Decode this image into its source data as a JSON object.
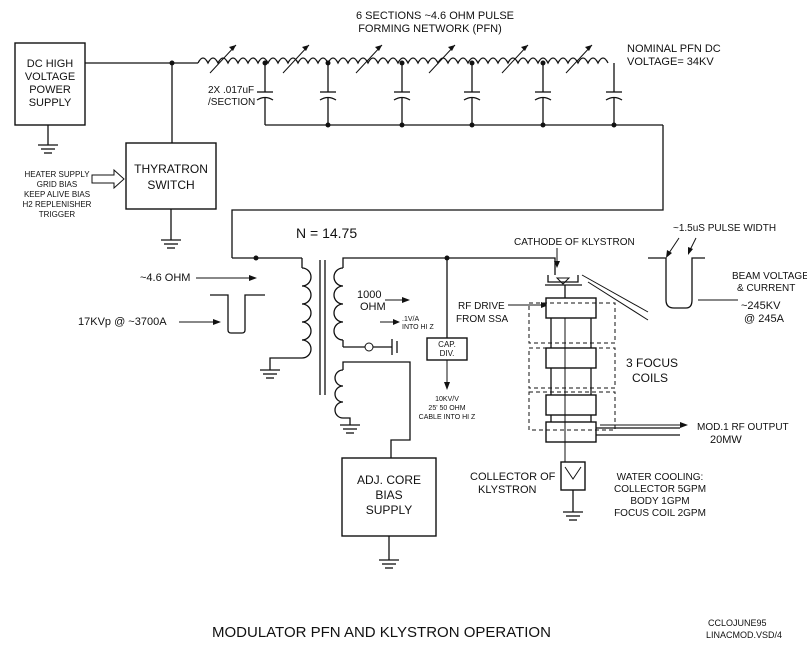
{
  "labels": {
    "pfn_title_1": "6 SECTIONS ~4.6 OHM PULSE",
    "pfn_title_2": "FORMING NETWORK (PFN)",
    "nominal_1": "NOMINAL PFN DC",
    "nominal_2": "VOLTAGE= 34KV",
    "cap_1": "2X .017uF",
    "cap_2": "/SECTION",
    "dc_1": "DC HIGH",
    "dc_2": "VOLTAGE",
    "dc_3": "POWER",
    "dc_4": "SUPPLY",
    "thy_1": "THYRATRON",
    "thy_2": "SWITCH",
    "heater_1": "HEATER SUPPLY",
    "heater_2": "GRID BIAS",
    "heater_3": "KEEP ALIVE BIAS",
    "heater_4": "H2 REPLENISHER",
    "heater_5": "TRIGGER",
    "turns": "N = 14.75",
    "ohm46": "~4.6 OHM",
    "kvp": "17KVp @ ~3700A",
    "r1000_1": "1000",
    "r1000_2": "OHM",
    "hiz_1": ".1V/A",
    "hiz_2": "INTO HI Z",
    "capdiv_1": "CAP.",
    "capdiv_2": "DIV.",
    "cable_1": "10KV/V",
    "cable_2": "25' 50 OHM",
    "cable_3": "CABLE INTO HI Z",
    "rfdrive_1": "RF DRIVE",
    "rfdrive_2": "FROM SSA",
    "cathode": "CATHODE OF KLYSTRON",
    "pulse_width": "~1.5uS PULSE WIDTH",
    "beam_1": "BEAM VOLTAGE",
    "beam_2": "& CURRENT",
    "beam_3": "~245KV",
    "beam_4": "@ 245A",
    "focus_1": "3 FOCUS",
    "focus_2": "COILS",
    "rfout_1": "MOD.1 RF OUTPUT",
    "rfout_2": "20MW",
    "collector_1": "COLLECTOR OF",
    "collector_2": "KLYSTRON",
    "water_1": "WATER COOLING:",
    "water_2": "COLLECTOR 5GPM",
    "water_3": "BODY 1GPM",
    "water_4": "FOCUS COIL 2GPM",
    "adj_1": "ADJ. CORE",
    "adj_2": "BIAS",
    "adj_3": "SUPPLY",
    "footer_title": "MODULATOR PFN AND KLYSTRON OPERATION",
    "footer_ref_1": "CCLOJUNE95",
    "footer_ref_2": "LINACMOD.VSD/4"
  }
}
